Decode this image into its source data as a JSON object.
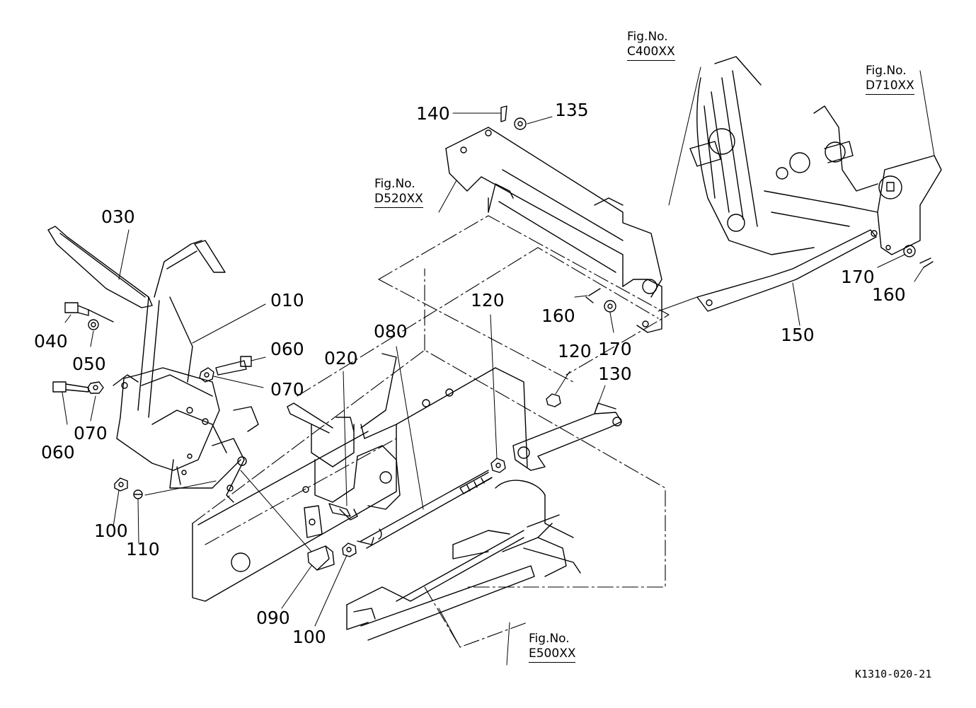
{
  "figure_code": "K1310-020-21",
  "references": [
    {
      "id": "ref-c400",
      "prefix": "Fig.No.",
      "code": "C400XX"
    },
    {
      "id": "ref-d710",
      "prefix": "Fig.No.",
      "code": "D710XX"
    },
    {
      "id": "ref-d520",
      "prefix": "Fig.No.",
      "code": "D520XX"
    },
    {
      "id": "ref-e500",
      "prefix": "Fig.No.",
      "code": "E500XX"
    }
  ],
  "callouts": [
    {
      "id": "c-140",
      "text": "140"
    },
    {
      "id": "c-135",
      "text": "135"
    },
    {
      "id": "c-030",
      "text": "030"
    },
    {
      "id": "c-010",
      "text": "010"
    },
    {
      "id": "c-040",
      "text": "040"
    },
    {
      "id": "c-050",
      "text": "050"
    },
    {
      "id": "c-060a",
      "text": "060"
    },
    {
      "id": "c-070a",
      "text": "070"
    },
    {
      "id": "c-060b",
      "text": "060"
    },
    {
      "id": "c-070b",
      "text": "070"
    },
    {
      "id": "c-020",
      "text": "020"
    },
    {
      "id": "c-080",
      "text": "080"
    },
    {
      "id": "c-120a",
      "text": "120"
    },
    {
      "id": "c-120b",
      "text": "120"
    },
    {
      "id": "c-130",
      "text": "130"
    },
    {
      "id": "c-160a",
      "text": "160"
    },
    {
      "id": "c-170a",
      "text": "170"
    },
    {
      "id": "c-150",
      "text": "150"
    },
    {
      "id": "c-170b",
      "text": "170"
    },
    {
      "id": "c-160b",
      "text": "160"
    },
    {
      "id": "c-100a",
      "text": "100"
    },
    {
      "id": "c-110",
      "text": "110"
    },
    {
      "id": "c-090",
      "text": "090"
    },
    {
      "id": "c-100b",
      "text": "100"
    }
  ]
}
